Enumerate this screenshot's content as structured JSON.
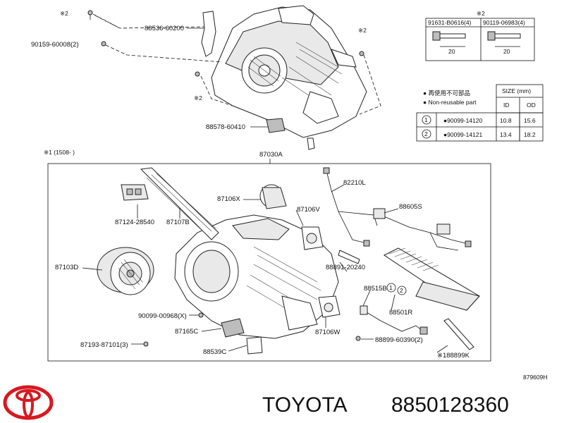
{
  "top_labels": {
    "note_mark_a": "※2",
    "p88536": "88536-60200",
    "p90159": "90159-60008(2)",
    "note_mark_b": "※2",
    "note_mark_c": "※2",
    "p88578": "88578-60410"
  },
  "bolt_table": {
    "note": "※2",
    "col1": "91631-B0616(4)",
    "col2": "90119-06983(4)",
    "len1": "20",
    "len2": "20"
  },
  "seal_table": {
    "legend1": "● 再使用不可部品",
    "legend2": "● Non-reusable part",
    "size_header": "SIZE (mm)",
    "id_header": "ID",
    "od_header": "OD",
    "rows": [
      {
        "no": "1",
        "part": "●90099-14120",
        "id": "10.8",
        "od": "15.6"
      },
      {
        "no": "2",
        "part": "●90099-14121",
        "id": "13.4",
        "od": "18.2"
      }
    ]
  },
  "lower_labels": {
    "note_1508": "※1 (1508-    )",
    "p87030A": "87030A",
    "p82210L": "82210L",
    "p87106X": "87106X",
    "p88605S": "88605S",
    "p87106V": "87106V",
    "p87124": "87124-28540",
    "p87107B": "87107B",
    "p87103D": "87103D",
    "p88891": "88891-20240",
    "p88515B": "88515B",
    "p90099_00968": "90099-00968(X)",
    "p88501R": "88501R",
    "p87165C": "87165C",
    "p87106W": "87106W",
    "p87193": "87193-87101(3)",
    "p88539C": "88539C",
    "p88899": "88899-60390(2)",
    "p88899K": "※188899K",
    "circle1": "1",
    "circle2": "2"
  },
  "diagram_code": "879609H",
  "footer": {
    "brand": "TOYOTA",
    "part_number": "8850128360"
  }
}
